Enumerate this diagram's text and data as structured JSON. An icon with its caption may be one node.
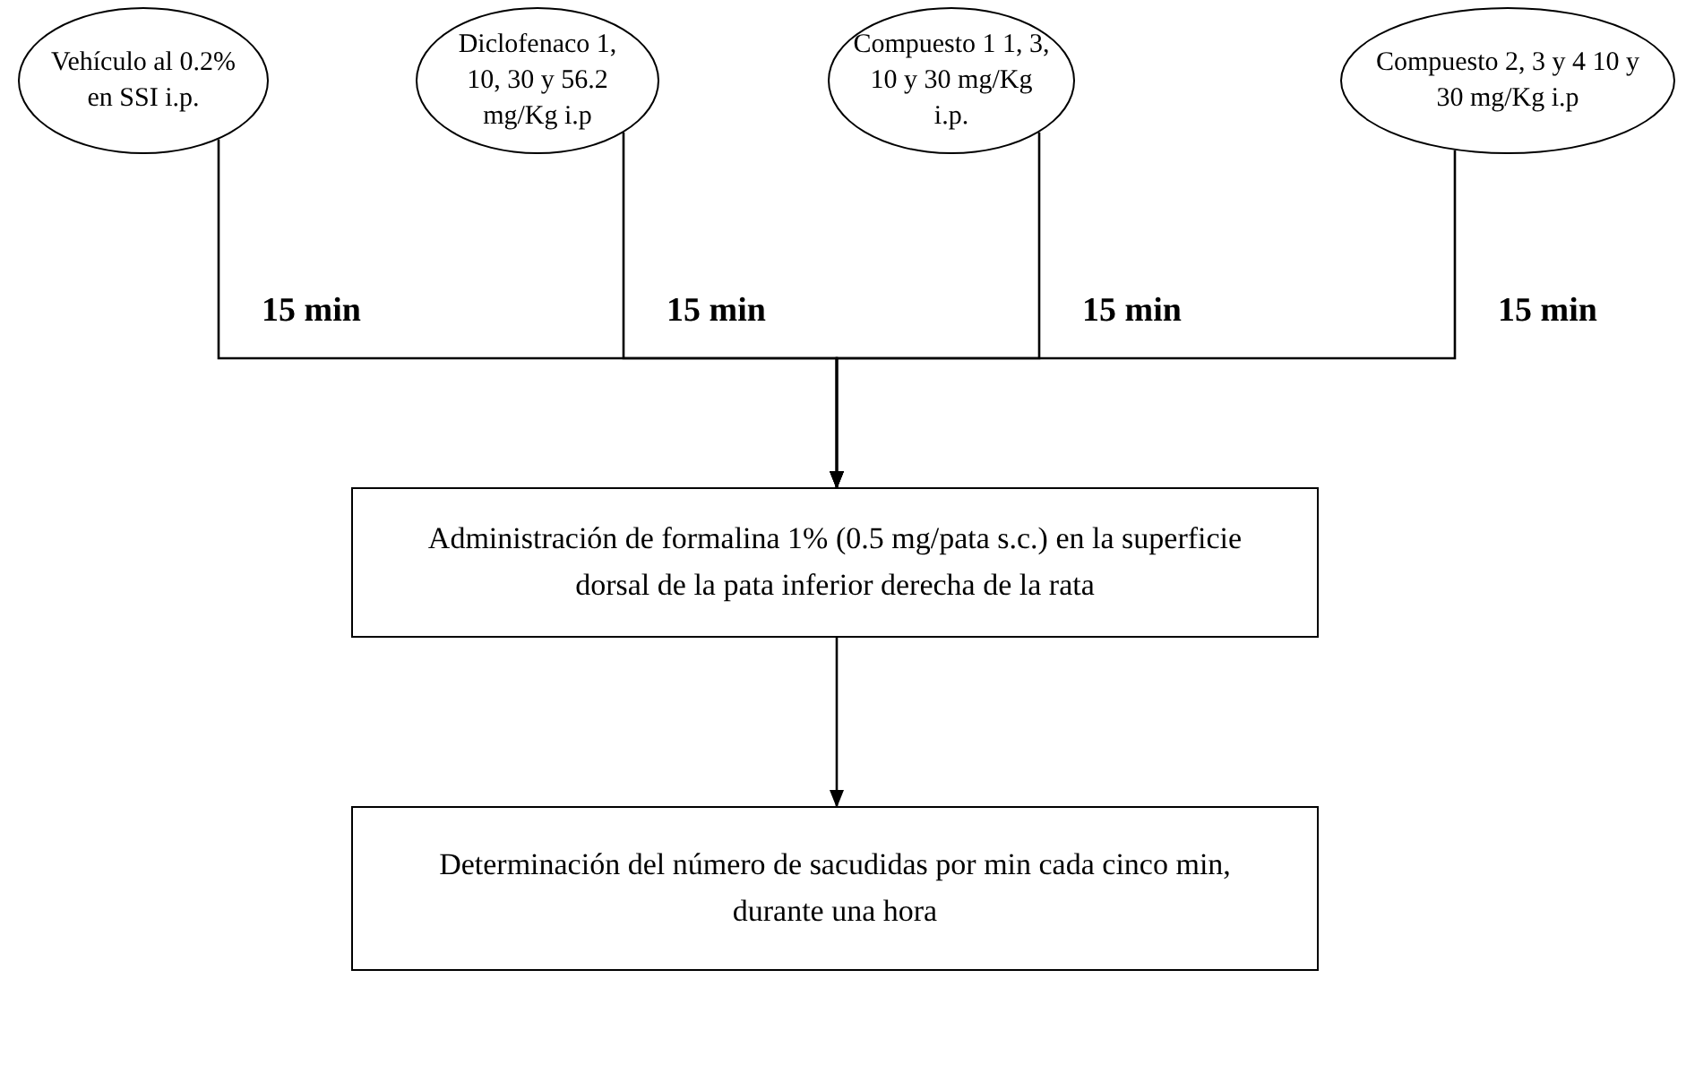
{
  "diagram": {
    "nodes": [
      {
        "text": [
          "Vehículo al 0.2% en SSI i.p."
        ]
      },
      {
        "text": [
          "Diclofenaco 1, 10, 30 y 56.2 mg/Kg i.p"
        ]
      },
      {
        "text": [
          "Compuesto 1 1, 3, 10 y 30 mg/Kg i.p."
        ]
      },
      {
        "text": [
          "Compuesto 2, 3 y 4 10 y 30 mg/Kg i.p"
        ]
      },
      {
        "text": [
          "Administración de formalina 1% (0.5 mg/pata s.c.) en la superficie dorsal de la pata inferior derecha de la rata"
        ]
      },
      {
        "text": [
          "Determinación del número de sacudidas por min cada cinco min, durante una hora"
        ]
      }
    ],
    "edges": [
      {
        "from": 0,
        "to": 4,
        "arrow": "to",
        "label": "15 min"
      },
      {
        "from": 1,
        "to": 4,
        "arrow": "to",
        "label": "15 min"
      },
      {
        "from": 2,
        "to": 4,
        "arrow": "to",
        "label": "15 min"
      },
      {
        "from": 3,
        "to": 4,
        "arrow": "to",
        "label": "15 min"
      },
      {
        "from": 4,
        "to": 5,
        "arrow": "to"
      }
    ]
  }
}
